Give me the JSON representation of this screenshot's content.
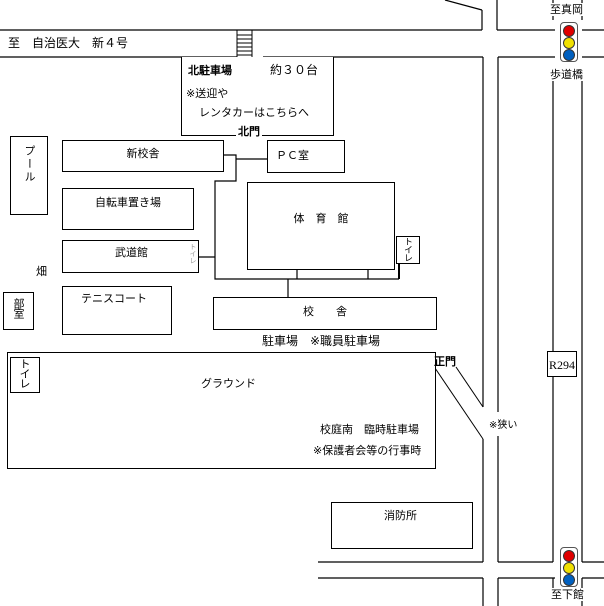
{
  "roads": {
    "north_road_label": "至　自治医大　新４号",
    "to_mooka": "至真岡",
    "pedestrian_bridge": "歩道橋",
    "to_shimodate": "至下館",
    "route_sign": "R294",
    "narrow_note": "※狭い"
  },
  "north_parking": {
    "title": "北駐車場",
    "capacity": "約３０台",
    "note_line1": "※送迎や",
    "note_line2": "レンタカーはこちらへ"
  },
  "gates": {
    "north": "北門",
    "main": "正門"
  },
  "buildings": {
    "pool": "プール",
    "new_school": "新校舎",
    "pc_room": "ＰＣ室",
    "bicycle_parking": "自転車置き場",
    "budokan": "武道館",
    "budokan_toilet": "トイレ",
    "gym": "体　育　館",
    "gym_toilet": "トイレ",
    "field": "畑",
    "club_room": "部室",
    "tennis_court": "テニスコート",
    "school": "校　　舎",
    "parking_note": "駐車場　※職員駐車場",
    "ground": "グラウンド",
    "ground_toilet": "トイレ",
    "temp_parking": "校庭南　臨時駐車場",
    "temp_parking_note": "※保護者会等の行事時",
    "fire_station": "消防所"
  },
  "signal_colors": [
    "#e00000",
    "#f0e000",
    "#0060c0"
  ]
}
